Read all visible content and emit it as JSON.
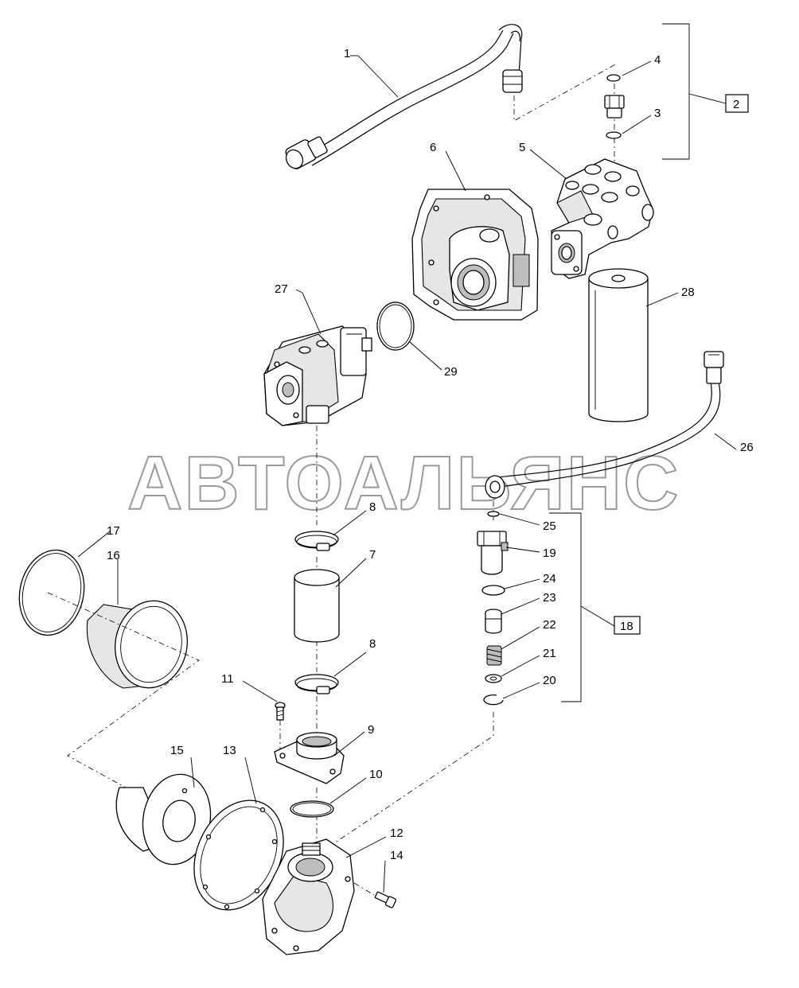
{
  "watermark": "АВТОАЛЬЯНС",
  "callouts": {
    "c1": "1",
    "c2": "2",
    "c3": "3",
    "c4": "4",
    "c5": "5",
    "c6": "6",
    "c7": "7",
    "c8a": "8",
    "c8b": "8",
    "c9": "9",
    "c10": "10",
    "c11": "11",
    "c12": "12",
    "c13": "13",
    "c14": "14",
    "c15": "15",
    "c16": "16",
    "c17": "17",
    "c18": "18",
    "c19": "19",
    "c20": "20",
    "c21": "21",
    "c22": "22",
    "c23": "23",
    "c24": "24",
    "c25": "25",
    "c26": "26",
    "c27": "27",
    "c28": "28",
    "c29": "29"
  },
  "parts": [
    "hose-1",
    "kit-2",
    "o-ring-3",
    "o-ring-4",
    "valve-block-5",
    "pump-housing-6",
    "sleeve-7",
    "clamp-8",
    "flange-9",
    "o-ring-10",
    "screw-11",
    "cover-12",
    "gasket-13",
    "screw-14",
    "adapter-15",
    "adapter-16",
    "seal-17",
    "valve-kit-18",
    "valve-body-19",
    "snap-ring-20",
    "washer-21",
    "spring-22",
    "piston-23",
    "o-ring-24",
    "o-ring-25",
    "pipe-26",
    "gear-pump-27",
    "filter-28",
    "o-ring-29"
  ]
}
